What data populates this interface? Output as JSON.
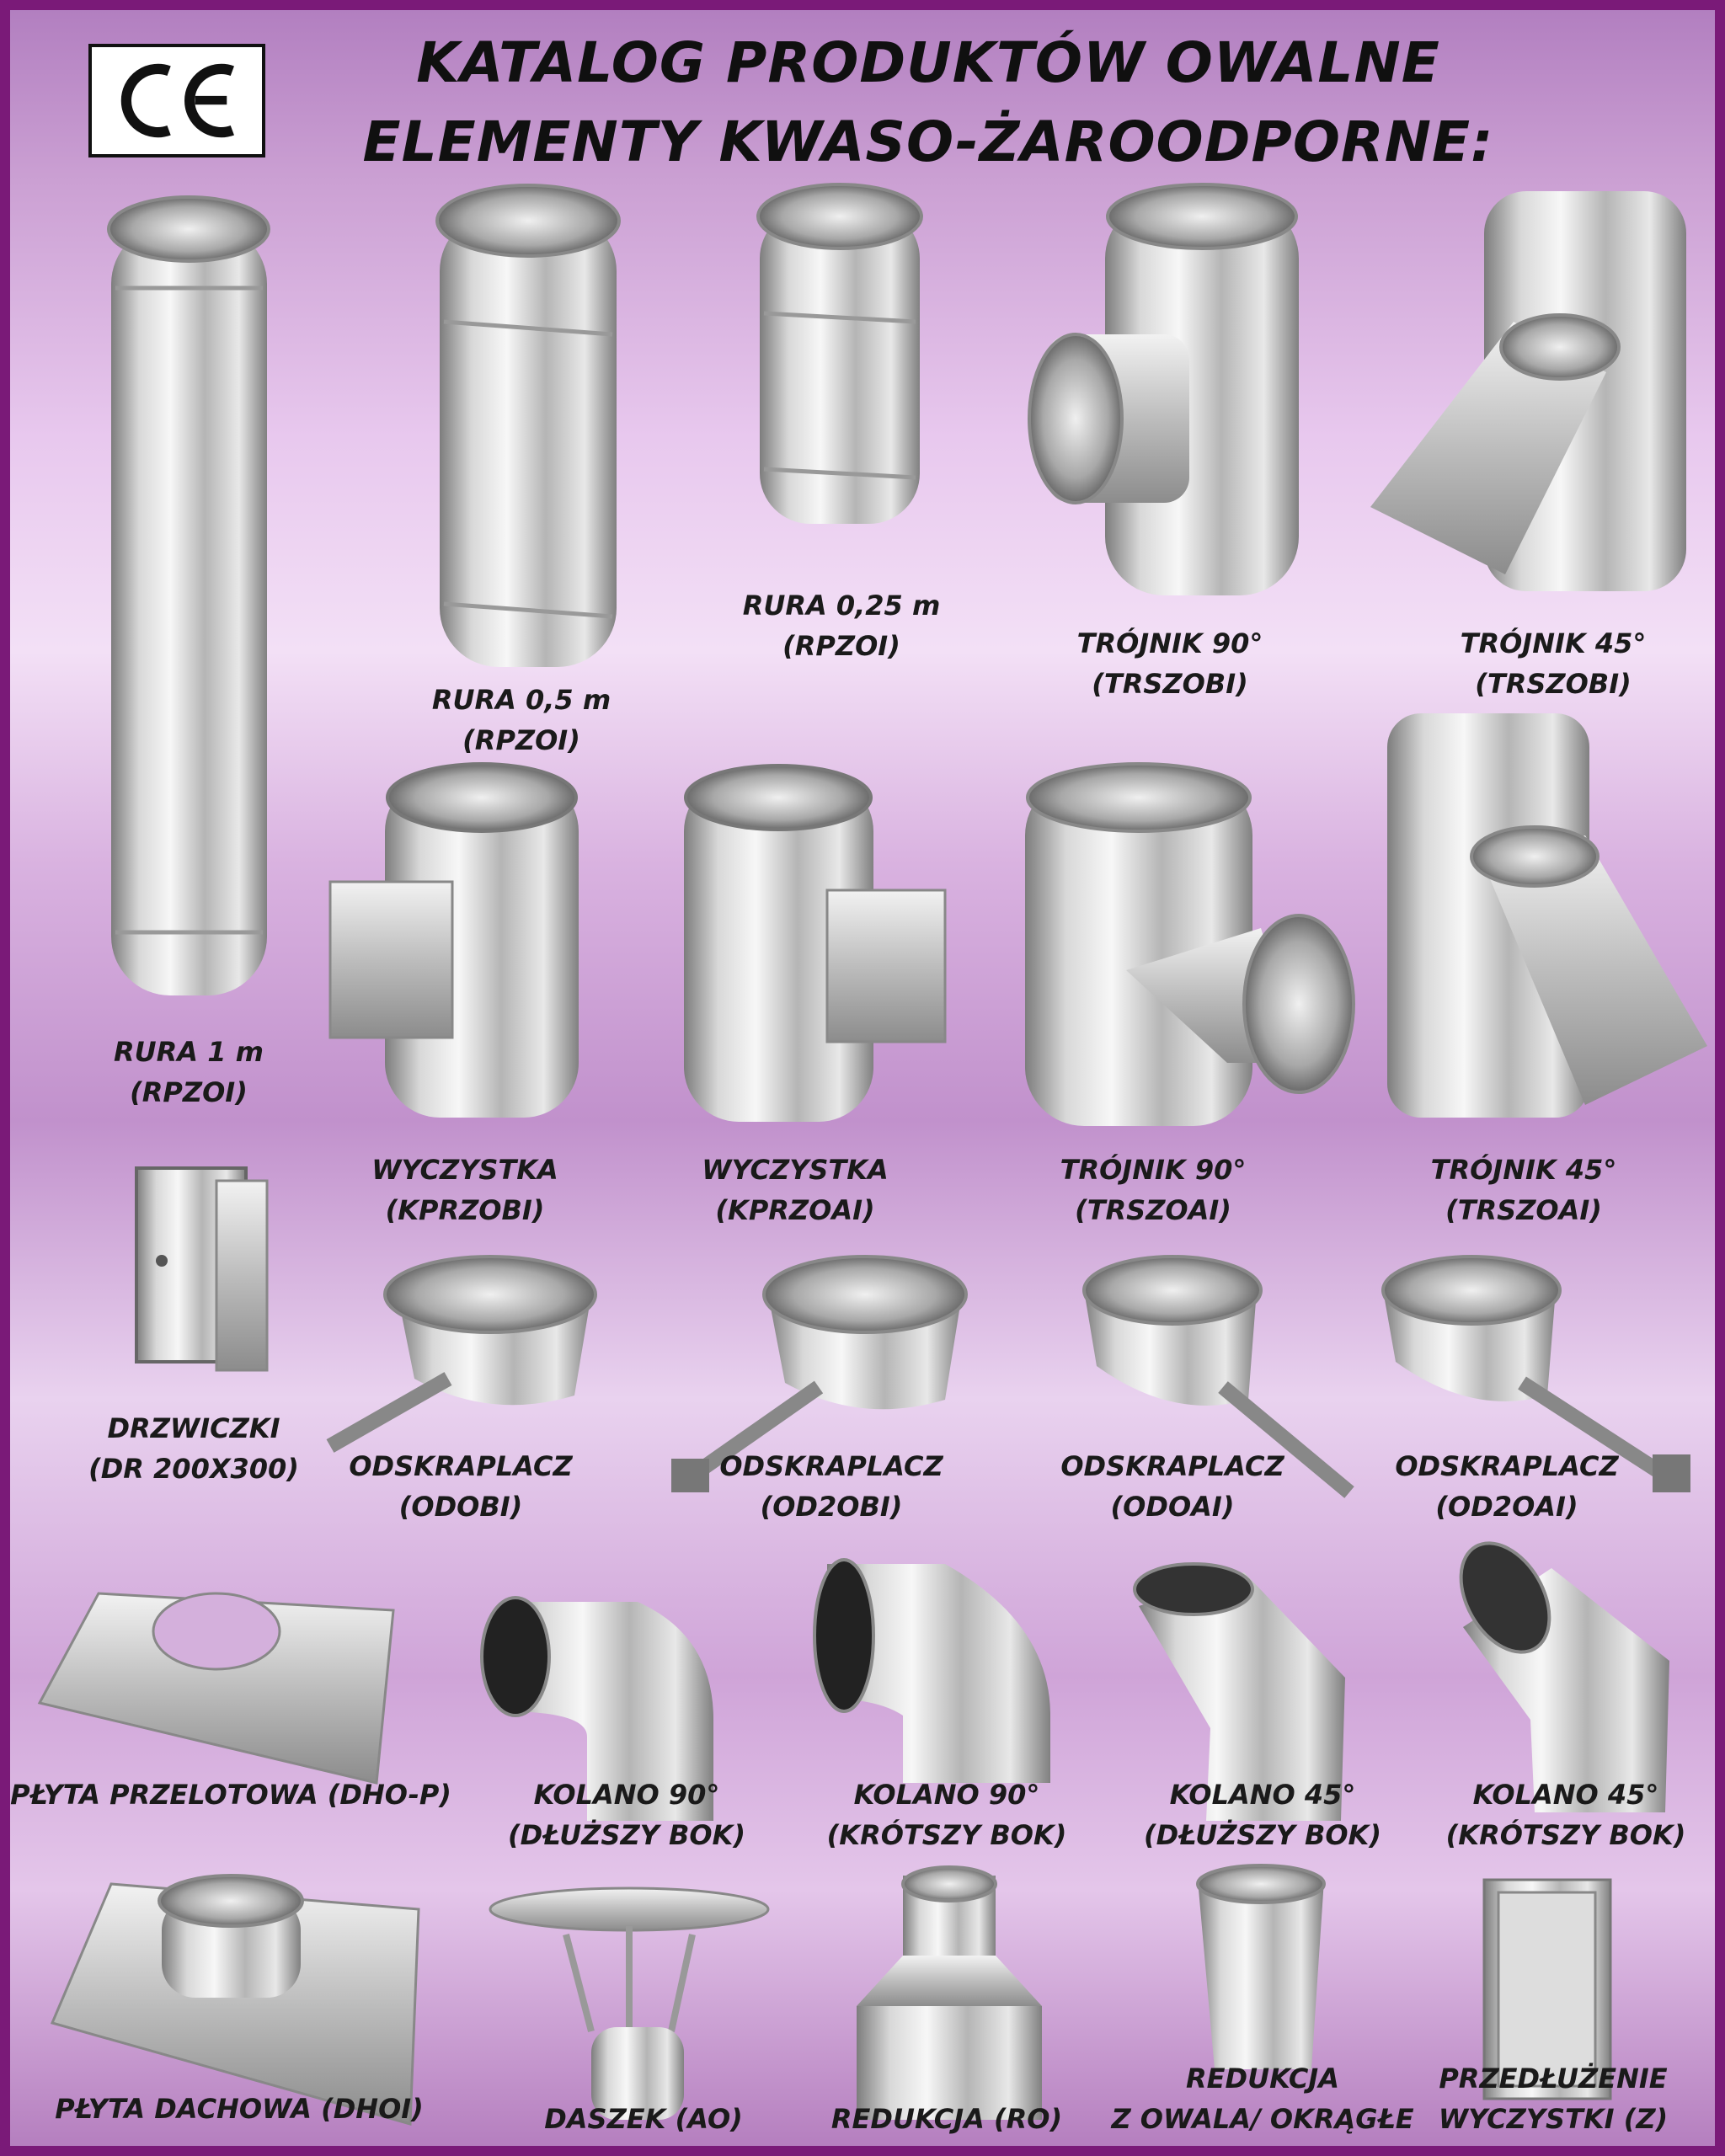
{
  "header": {
    "line1": "KATALOG PRODUKTÓW OWALNE",
    "line2": "ELEMENTY KWASO-ŻAROODPORNE:",
    "logo": "CE"
  },
  "colors": {
    "border": "#7a1a78",
    "steel_light": "#f4f4f4",
    "steel_dark": "#8a8a8a"
  },
  "products": [
    {
      "line1": "RURA 1 m",
      "line2": "(RPZOI)",
      "icon": "oval-pipe-1m-icon"
    },
    {
      "line1": "RURA 0,5 m",
      "line2": "(RPZOI)",
      "icon": "oval-pipe-05m-icon"
    },
    {
      "line1": "RURA 0,25 m",
      "line2": "(RPZOI)",
      "icon": "oval-pipe-025m-icon"
    },
    {
      "line1": "TRÓJNIK 90°",
      "line2": "(TRSZOBI)",
      "icon": "tee-90-icon"
    },
    {
      "line1": "TRÓJNIK 45°",
      "line2": "(TRSZOBI)",
      "icon": "tee-45-icon"
    },
    {
      "line1": "WYCZYSTKA",
      "line2": "(KPRZOBI)",
      "icon": "cleanout-icon"
    },
    {
      "line1": "WYCZYSTKA",
      "line2": "(KPRZOAI)",
      "icon": "cleanout-icon"
    },
    {
      "line1": "TRÓJNIK 90°",
      "line2": "(TRSZOAI)",
      "icon": "tee-90-icon"
    },
    {
      "line1": "TRÓJNIK 45°",
      "line2": "(TRSZOAI)",
      "icon": "tee-45-icon"
    },
    {
      "line1": "DRZWICZKI",
      "line2": "(DR 200X300)",
      "icon": "door-icon"
    },
    {
      "line1": "ODSKRAPLACZ",
      "line2": "(ODOBI)",
      "icon": "condensate-trap-icon"
    },
    {
      "line1": "ODSKRAPLACZ",
      "line2": "(OD2OBI)",
      "icon": "condensate-trap-icon"
    },
    {
      "line1": "ODSKRAPLACZ",
      "line2": "(ODOAI)",
      "icon": "condensate-trap-icon"
    },
    {
      "line1": "ODSKRAPLACZ",
      "line2": "(OD2OAI)",
      "icon": "condensate-trap-icon"
    },
    {
      "line1": "PŁYTA PRZELOTOWA (DHO-P)",
      "line2": "",
      "icon": "pass-through-plate-icon"
    },
    {
      "line1": "KOLANO 90°",
      "line2": "(DŁUŻSZY BOK)",
      "icon": "elbow-90-icon"
    },
    {
      "line1": "KOLANO 90°",
      "line2": "(KRÓTSZY BOK)",
      "icon": "elbow-90-icon"
    },
    {
      "line1": "KOLANO 45°",
      "line2": "(DŁUŻSZY BOK)",
      "icon": "elbow-45-icon"
    },
    {
      "line1": "KOLANO 45°",
      "line2": "(KRÓTSZY BOK)",
      "icon": "elbow-45-icon"
    },
    {
      "line1": "PŁYTA DACHOWA (DHOI)",
      "line2": "",
      "icon": "roof-plate-icon"
    },
    {
      "line1": "DASZEK (AO)",
      "line2": "",
      "icon": "rain-cap-icon"
    },
    {
      "line1": "REDUKCJA (RO)",
      "line2": "",
      "icon": "reducer-icon"
    },
    {
      "line1": "REDUKCJA",
      "line2": "Z OWALA/ OKRĄGŁE",
      "icon": "oval-round-reducer-icon"
    },
    {
      "line1": "PRZEDŁUŻENIE",
      "line2": "WYCZYSTKI (Z)",
      "icon": "cleanout-extension-icon"
    }
  ]
}
